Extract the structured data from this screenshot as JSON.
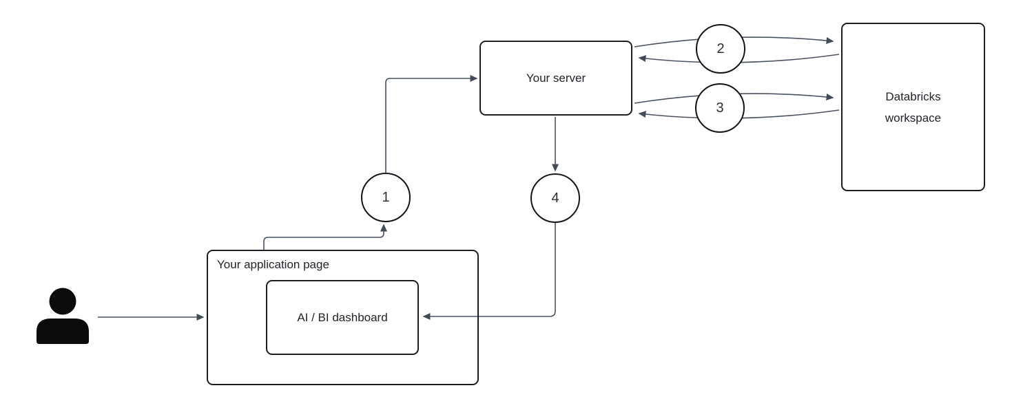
{
  "diagram": {
    "nodes": {
      "app_page": {
        "label": "Your application page"
      },
      "dashboard": {
        "label": "AI / BI dashboard"
      },
      "server": {
        "label": "Your server"
      },
      "databricks": {
        "label": "Databricks workspace"
      }
    },
    "steps": [
      {
        "number": "1"
      },
      {
        "number": "2"
      },
      {
        "number": "3"
      },
      {
        "number": "4"
      }
    ],
    "actors": {
      "user_icon": "person-silhouette"
    },
    "colors": {
      "connector": "#4a5260",
      "box_border": "#1a1d22",
      "circle_border": "#111418",
      "text": "#212429",
      "user_icon_fill": "#0b0b0b",
      "background": "#ffffff"
    }
  }
}
